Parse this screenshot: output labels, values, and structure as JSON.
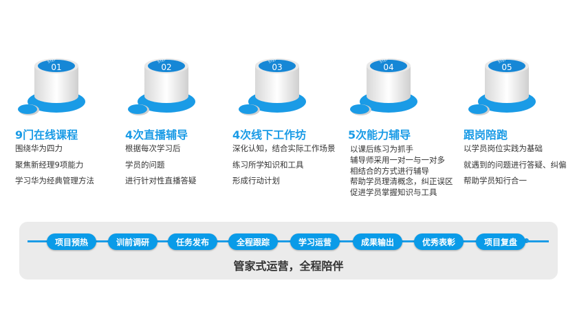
{
  "accent": "#1a9be6",
  "steps": [
    {
      "badge": "STEP",
      "num": "01",
      "title": "9门在线课程",
      "lines": [
        "围绕华为四力",
        "聚焦新经理9项能力",
        "学习华为经典管理方法"
      ]
    },
    {
      "badge": "STEP",
      "num": "02",
      "title": "4次直播辅导",
      "lines": [
        "根据每次学习后",
        "学员的问题",
        "进行针对性直播答疑"
      ]
    },
    {
      "badge": "STEP",
      "num": "03",
      "title": "4次线下工作坊",
      "lines": [
        "深化认知，结合实际工作场景",
        "练习所学知识和工具",
        "形成行动计划"
      ]
    },
    {
      "badge": "STEP",
      "num": "04",
      "title": "5次能力辅导",
      "lines": [
        "以课后练习为抓手",
        "辅导师采用一对一与一对多",
        "相结合的方式进行辅导",
        "帮助学员理清概念，纠正误区",
        "促进学员掌握知识与工具"
      ]
    },
    {
      "badge": "STEP",
      "num": "05",
      "title": "跟岗陪跑",
      "lines": [
        "以学员岗位实践为基础",
        "就遇到的问题进行答疑、纠偏",
        "帮助学员知行合一"
      ]
    }
  ],
  "timeline": [
    "项目预热",
    "训前调研",
    "任务发布",
    "全程跟踪",
    "学习运营",
    "成果输出",
    "优秀表彰",
    "项目复盘"
  ],
  "footer": "管家式运营，全程陪伴"
}
